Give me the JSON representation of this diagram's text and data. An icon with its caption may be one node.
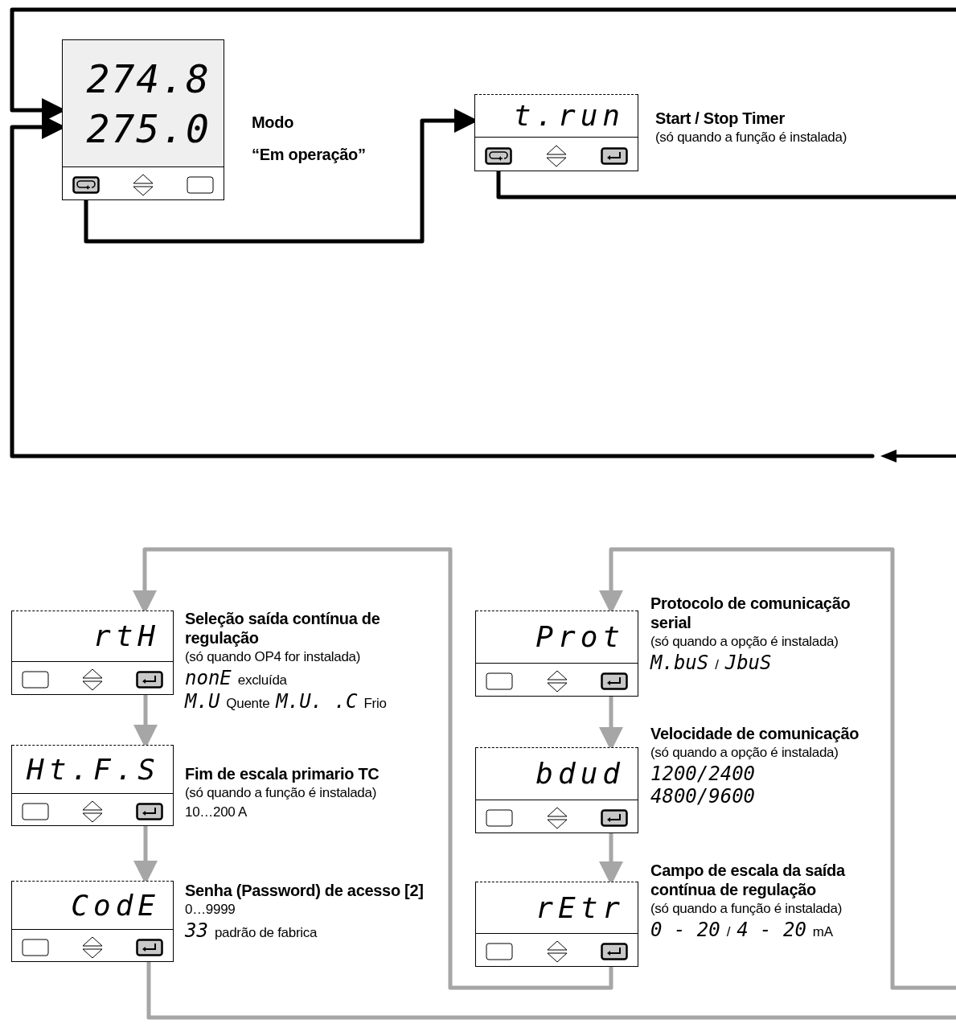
{
  "diagram": {
    "nodes": [
      {
        "text": [
          "274.8",
          "275.0"
        ],
        "beside": [
          "Modo",
          "“Em operação”"
        ]
      },
      {
        "text": [
          "t.run"
        ],
        "beside": [
          "Start / Stop Timer",
          "(só quando a função é instalada)"
        ]
      },
      {
        "text": [
          "rtH"
        ],
        "beside": [
          "Seleção saída contínua de regulação",
          "(só quando OP4 for instalada)",
          "nonE",
          "excluída",
          "M.U",
          "Quente",
          "M.U. .C",
          "Frio"
        ]
      },
      {
        "text": [
          "Ht.F.S"
        ],
        "beside": [
          "Fim de escala primario TC",
          "(só quando a função é instalada)",
          "10…200 A"
        ]
      },
      {
        "text": [
          "CodE"
        ],
        "beside": [
          "Senha (Password) de acesso [2]",
          "0…9999",
          "33",
          "padrão de fabrica"
        ]
      },
      {
        "text": [
          "Prot"
        ],
        "beside": [
          "Protocolo de comunicação serial",
          "(só quando a opção é instalada)",
          "M.buS",
          "/",
          "JbuS"
        ]
      },
      {
        "text": [
          "bdud"
        ],
        "beside": [
          "Velocidade de comunicação",
          "(só quando a opção é instalada)",
          "1200/2400",
          "4800/9600"
        ]
      },
      {
        "text": [
          "rEtr"
        ],
        "beside": [
          "Campo de escala da saída contínua de regulação",
          "(só quando a função é instalada)",
          "0 - 20",
          "/",
          "4 - 20",
          "mA"
        ]
      }
    ],
    "edges": [
      {
        "from": 0,
        "to": 1,
        "arrow": "to",
        "color": "#000000"
      },
      {
        "from": 1,
        "to": null,
        "arrow": "none",
        "color": "#000000"
      },
      {
        "from": null,
        "to": 0,
        "arrow": "to",
        "color": "#000000"
      },
      {
        "from": null,
        "to": 0,
        "arrow": "to",
        "color": "#000000"
      },
      {
        "from": 2,
        "to": 3,
        "arrow": "to"
      },
      {
        "from": 3,
        "to": 4,
        "arrow": "to"
      },
      {
        "from": 4,
        "to": null,
        "arrow": "none"
      },
      {
        "from": 7,
        "to": 2,
        "arrow": "to"
      },
      {
        "from": null,
        "to": 5,
        "arrow": "to"
      },
      {
        "from": 5,
        "to": 6,
        "arrow": "to"
      },
      {
        "from": 6,
        "to": 7,
        "arrow": "to"
      }
    ]
  }
}
